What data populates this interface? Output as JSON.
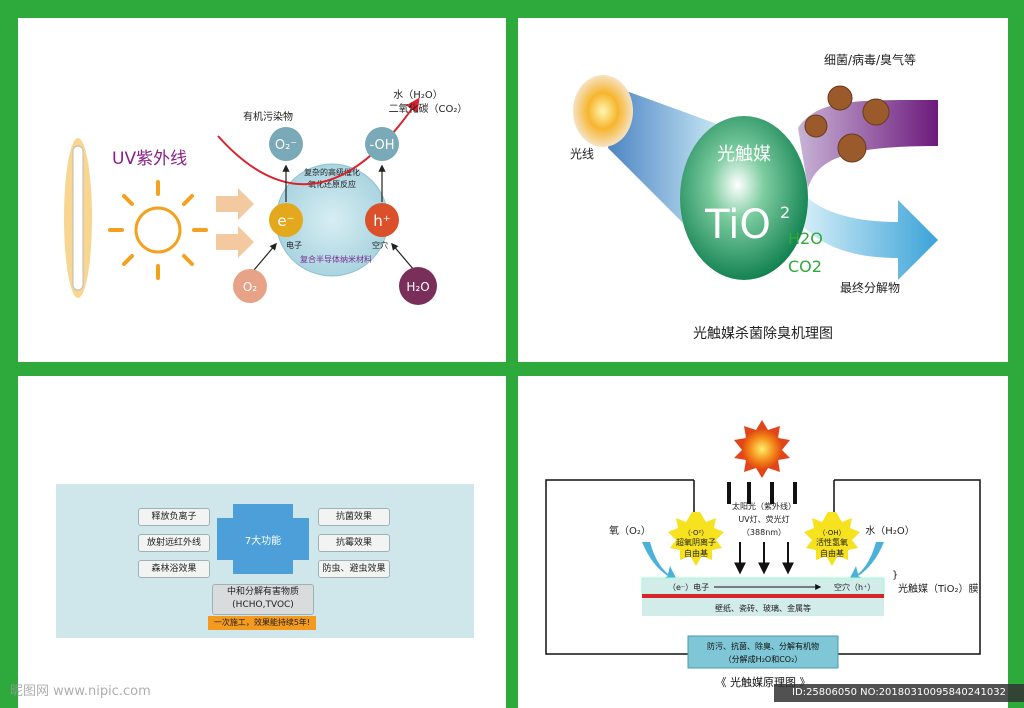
{
  "panel1": {
    "uv_title": "UV紫外线",
    "organic": "有机污染物",
    "water": "水（H₂O）",
    "co2": "二氧化碳（CO₂）",
    "o2_minus": "O₂⁻",
    "oh": "-OH",
    "reaction1": "复杂的高级催化",
    "reaction2": "氧化还原反应",
    "electron_sym": "e⁻",
    "hole_sym": "h⁺",
    "electron": "电子",
    "hole": "空穴",
    "material": "复合半导体纳米材料",
    "o2": "O₂",
    "h2o": "H₂O"
  },
  "panel2": {
    "bacteria": "细菌/病毒/臭气等",
    "light": "光线",
    "catalyst": "光触媒",
    "tio2": "TiO",
    "tio2_sub": "2",
    "h2o": "H2O",
    "co2": "CO2",
    "final": "最终分解物",
    "caption": "光触媒杀菌除臭机理图"
  },
  "panel3": {
    "center": "7大功能",
    "left": [
      "释放负离子",
      "放射远红外线",
      "森林浴效果"
    ],
    "right": [
      "抗菌效果",
      "抗霉效果",
      "防虫、避虫效果"
    ],
    "harm1": "中和分解有害物质",
    "harm2": "(HCHO,TVOC)",
    "banner": "一次施工，效果能持续5年!"
  },
  "panel4": {
    "sun1": "太阳光（紫外线）",
    "sun2": "UV灯、荧光灯",
    "sun3": "（388nm）",
    "oxygen": "氧（O₂）",
    "water": "水（H₂O）",
    "super_sym": "（·O²）",
    "super1": "超氧阴离子",
    "super2": "自由基",
    "hydroxyl_sym": "（·OH）",
    "hydroxyl1": "活性氢氧",
    "hydroxyl2": "自由基",
    "electron": "（e⁻）电子",
    "hole": "空穴（h⁺）",
    "film": "光触媒（TiO₂）膜",
    "surface": "壁纸、瓷砖、玻璃、金属等",
    "result1": "防污、抗菌、除臭、分解有机物",
    "result2": "（分解成H₂O和CO₂）",
    "caption": "《 光触媒原理图 》"
  },
  "watermark": "昵图网 www.nipic.com",
  "image_id": "ID:25806050 NO:20180310095840241032",
  "colors": {
    "background": "#2ea93b",
    "accent_red": "#d9232d",
    "uv_purple": "#8a1f87",
    "catalyst_green": "#1b8f5c",
    "orange": "#f39a1f"
  }
}
